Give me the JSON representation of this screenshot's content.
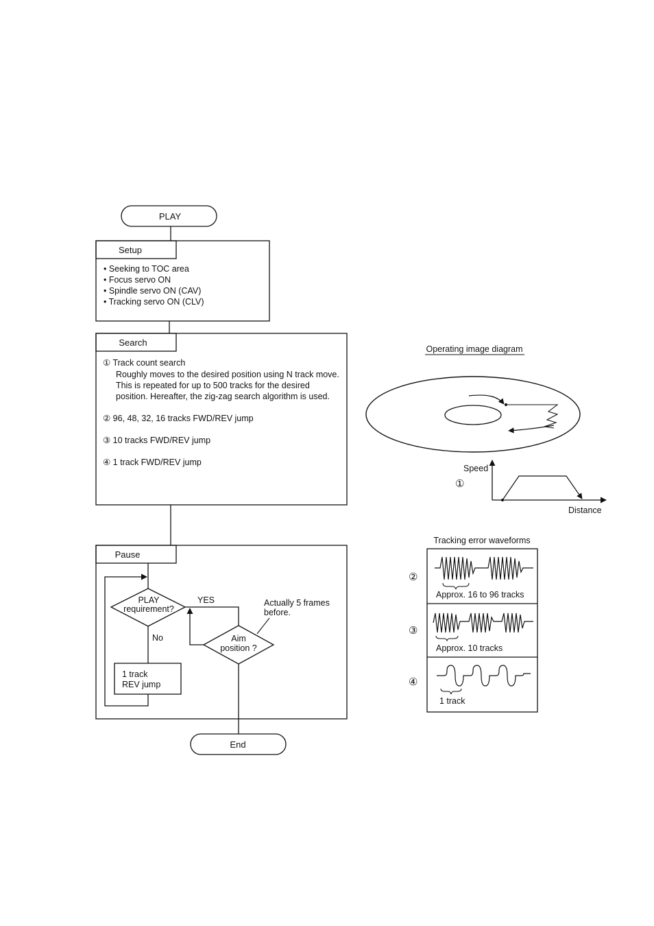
{
  "flow": {
    "play": "PLAY",
    "end": "End",
    "setup": {
      "title": "Setup",
      "items": [
        "• Seeking to TOC area",
        "• Focus servo ON",
        "• Spindle servo ON (CAV)",
        "• Tracking servo ON (CLV)"
      ]
    },
    "search": {
      "title": "Search",
      "lines": [
        "① Track count search",
        "Roughly moves to the desired position using N track move.",
        "This is repeated for up to 500 tracks for the desired",
        "position.  Hereafter, the zig-zag search algorithm is used.",
        "② 96, 48, 32, 16 tracks FWD/REV jump",
        "③ 10 tracks FWD/REV jump",
        "④ 1 track FWD/REV jump"
      ]
    },
    "pause": {
      "title": "Pause",
      "decision1": [
        "PLAY",
        "requirement?"
      ],
      "yes": "YES",
      "no": "No",
      "decision2": [
        "Aim",
        "position ?"
      ],
      "note": [
        "Actually 5 frames",
        "before."
      ],
      "rev_jump": [
        "1 track",
        "REV jump"
      ]
    }
  },
  "operating": {
    "title": "Operating image diagram",
    "speed_label": "Speed",
    "distance_label": "Distance",
    "marker": "①"
  },
  "waveforms": {
    "title": "Tracking error waveforms",
    "rows": [
      {
        "marker": "②",
        "label": "Approx. 16 to 96 tracks"
      },
      {
        "marker": "③",
        "label": "Approx. 10 tracks"
      },
      {
        "marker": "④",
        "label": "1 track"
      }
    ]
  }
}
